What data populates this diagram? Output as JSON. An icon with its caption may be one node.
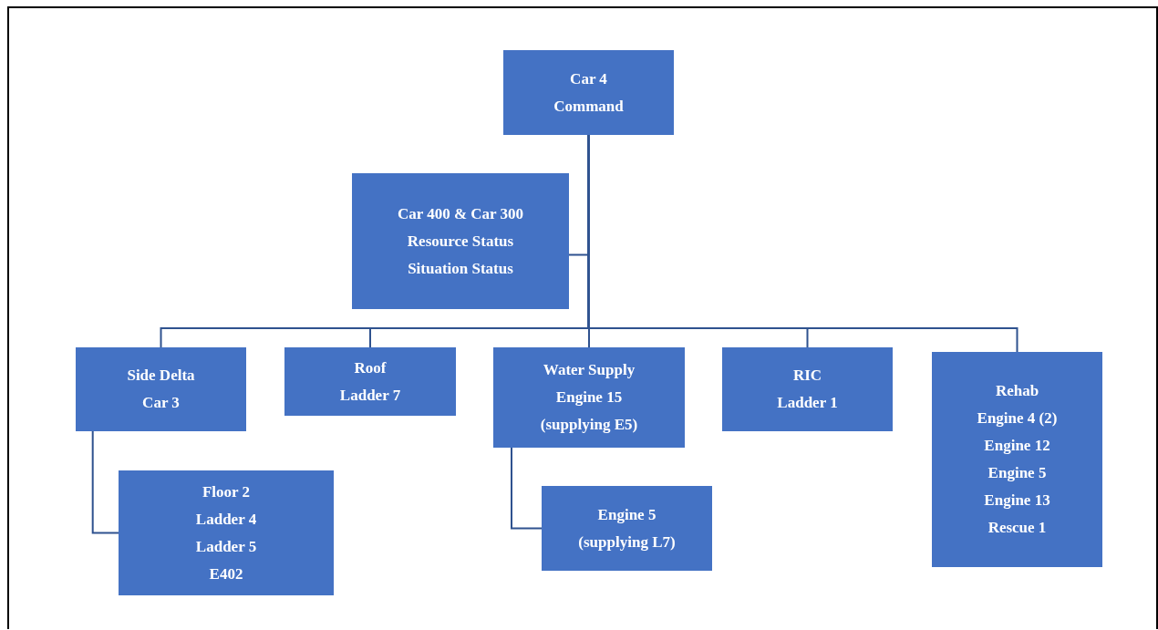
{
  "diagram": {
    "nodes": [
      {
        "text": [
          "Car 4",
          "Command"
        ]
      },
      {
        "text": [
          "Car 400 & Car 300",
          "Resource Status",
          "Situation Status"
        ]
      },
      {
        "text": [
          "Side Delta",
          "Car 3"
        ]
      },
      {
        "text": [
          "Roof",
          "Ladder 7"
        ]
      },
      {
        "text": [
          "Water Supply",
          "Engine 15",
          "(supplying E5)"
        ]
      },
      {
        "text": [
          "RIC",
          "Ladder 1"
        ]
      },
      {
        "text": [
          "Rehab",
          "Engine 4 (2)",
          "Engine 12",
          "Engine 5",
          "Engine 13",
          "Rescue 1"
        ]
      },
      {
        "text": [
          "Floor 2",
          "Ladder 4",
          "Ladder 5",
          "E402"
        ]
      },
      {
        "text": [
          "Engine 5",
          "(supplying L7)"
        ]
      }
    ],
    "edges": [
      {
        "from": 0,
        "to": 1,
        "arrow": "none"
      },
      {
        "from": 0,
        "to": 2,
        "arrow": "none"
      },
      {
        "from": 0,
        "to": 3,
        "arrow": "none"
      },
      {
        "from": 0,
        "to": 4,
        "arrow": "none"
      },
      {
        "from": 0,
        "to": 5,
        "arrow": "none"
      },
      {
        "from": 0,
        "to": 6,
        "arrow": "none"
      },
      {
        "from": 2,
        "to": 7,
        "arrow": "none"
      },
      {
        "from": 4,
        "to": 8,
        "arrow": "none"
      }
    ]
  }
}
